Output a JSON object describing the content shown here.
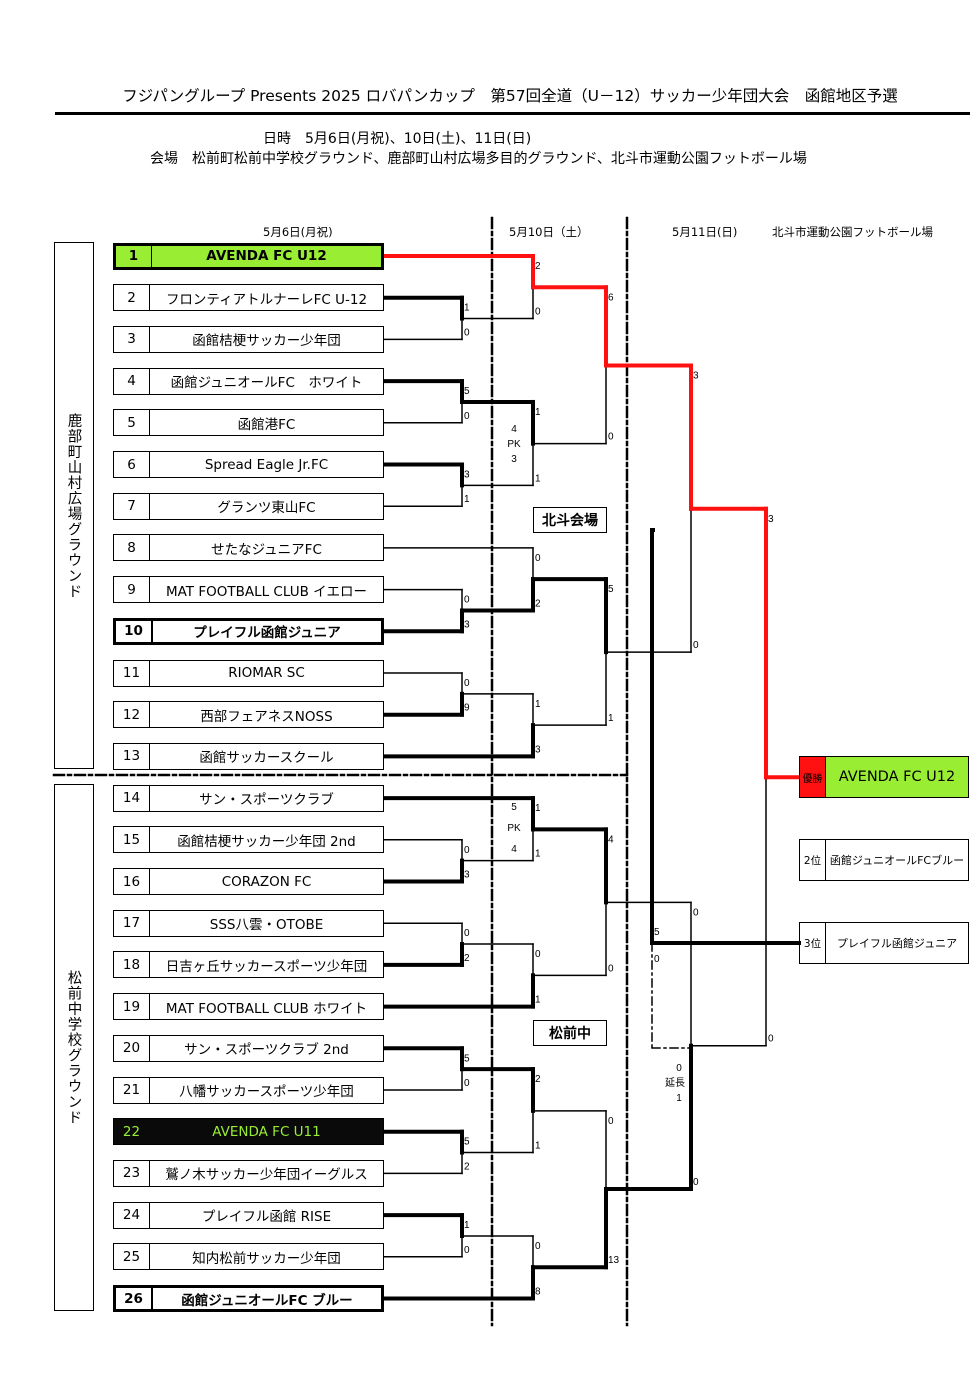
{
  "header": {
    "title": "フジパングループ Presents 2025 ロバパンカップ　第57回全道（U－12）サッカー少年団大会　函館地区予選",
    "date_line": "日時　5月6日(月祝)、10日(土)、11日(日)",
    "venue_line": "会場　松前町松前中学校グラウンド、鹿部町山村広場多目的グラウンド、北斗市運動公園フットボール場"
  },
  "columns": {
    "day1": "5月6日(月祝)",
    "day2": "5月10日（土）",
    "day3": "5月11日(日)",
    "day3_venue": "北斗市運動公園フットボール場"
  },
  "venues": {
    "upper": "鹿部町山村広場グラウンド",
    "lower": "松前中学校グラウンド"
  },
  "site_labels": {
    "hokuto": "北斗会場",
    "matsumae": "松前中"
  },
  "teams": [
    {
      "no": "1",
      "name": "AVENDA FC U12",
      "style": "green"
    },
    {
      "no": "2",
      "name": "フロンティアトルナーレFC U-12",
      "style": ""
    },
    {
      "no": "3",
      "name": "函館桔梗サッカー少年団",
      "style": ""
    },
    {
      "no": "4",
      "name": "函館ジュニオールFC　ホワイト",
      "style": ""
    },
    {
      "no": "5",
      "name": "函館港FC",
      "style": ""
    },
    {
      "no": "6",
      "name": "Spread Eagle Jr.FC",
      "style": ""
    },
    {
      "no": "7",
      "name": "グランツ東山FC",
      "style": ""
    },
    {
      "no": "8",
      "name": "せたなジュニアFC",
      "style": ""
    },
    {
      "no": "9",
      "name": "MAT FOOTBALL CLUB イエロー",
      "style": ""
    },
    {
      "no": "10",
      "name": "プレイフル函館ジュニア",
      "style": "bold"
    },
    {
      "no": "11",
      "name": "RIOMAR SC",
      "style": ""
    },
    {
      "no": "12",
      "name": "西部フェアネスNOSS",
      "style": ""
    },
    {
      "no": "13",
      "name": "函館サッカースクール",
      "style": ""
    },
    {
      "no": "14",
      "name": "サン・スポーツクラブ",
      "style": ""
    },
    {
      "no": "15",
      "name": "函館桔梗サッカー少年団 2nd",
      "style": ""
    },
    {
      "no": "16",
      "name": "CORAZON FC",
      "style": ""
    },
    {
      "no": "17",
      "name": "SSS八雲・OTOBE",
      "style": ""
    },
    {
      "no": "18",
      "name": "日吉ヶ丘サッカースポーツ少年団",
      "style": ""
    },
    {
      "no": "19",
      "name": "MAT FOOTBALL CLUB ホワイト",
      "style": ""
    },
    {
      "no": "20",
      "name": "サン・スポーツクラブ 2nd",
      "style": ""
    },
    {
      "no": "21",
      "name": "八幡サッカースポーツ少年団",
      "style": ""
    },
    {
      "no": "22",
      "name": "AVENDA FC U11",
      "style": "dark"
    },
    {
      "no": "23",
      "name": "鷲ノ木サッカー少年団イーグルス",
      "style": ""
    },
    {
      "no": "24",
      "name": "プレイフル函館 RISE",
      "style": ""
    },
    {
      "no": "25",
      "name": "知内松前サッカー少年団",
      "style": ""
    },
    {
      "no": "26",
      "name": "函館ジュニオールFC ブルー",
      "style": "bold"
    }
  ],
  "matches": {
    "round1": [
      {
        "teams": [
          2,
          3
        ],
        "scores": [
          "1",
          "0"
        ],
        "winner": 0
      },
      {
        "teams": [
          4,
          5
        ],
        "scores": [
          "5",
          "0"
        ],
        "winner": 0
      },
      {
        "teams": [
          6,
          7
        ],
        "scores": [
          "3",
          "1"
        ],
        "winner": 0
      },
      {
        "teams": [
          9,
          10
        ],
        "scores": [
          "0",
          "3"
        ],
        "winner": 1
      },
      {
        "teams": [
          11,
          12
        ],
        "scores": [
          "0",
          "9"
        ],
        "winner": 1
      },
      {
        "teams": [
          15,
          16
        ],
        "scores": [
          "0",
          "3"
        ],
        "winner": 1
      },
      {
        "teams": [
          17,
          18
        ],
        "scores": [
          "0",
          "2"
        ],
        "winner": 1
      },
      {
        "teams": [
          20,
          21
        ],
        "scores": [
          "5",
          "0"
        ],
        "winner": 0
      },
      {
        "teams": [
          22,
          23
        ],
        "scores": [
          "5",
          "2"
        ],
        "winner": 0
      },
      {
        "teams": [
          24,
          25
        ],
        "scores": [
          "1",
          "0"
        ],
        "winner": 0
      }
    ],
    "round2": [
      {
        "sides": [
          "1",
          "2-3"
        ],
        "scores": [
          "2",
          "0"
        ],
        "winner": 0
      },
      {
        "sides": [
          "4-5",
          "6-7"
        ],
        "scores": [
          "1",
          "1"
        ],
        "pk": [
          "4",
          "3"
        ],
        "winner": 0
      },
      {
        "sides": [
          "8",
          "9-10"
        ],
        "scores": [
          "0",
          "2"
        ],
        "winner": 1
      },
      {
        "sides": [
          "11-12",
          "13"
        ],
        "scores": [
          "1",
          "3"
        ],
        "winner": 1
      },
      {
        "sides": [
          "14",
          "15-16"
        ],
        "scores": [
          "1",
          "1"
        ],
        "pk": [
          "5",
          "4"
        ],
        "winner": 0
      },
      {
        "sides": [
          "17-18",
          "19"
        ],
        "scores": [
          "0",
          "1"
        ],
        "winner": 1
      },
      {
        "sides": [
          "20-21",
          "22-23"
        ],
        "scores": [
          "2",
          "1"
        ],
        "winner": 0
      },
      {
        "sides": [
          "24-25",
          "26"
        ],
        "scores": [
          "0",
          "8"
        ],
        "winner": 1
      }
    ],
    "quarterfinals": [
      {
        "scores": [
          "6",
          "0"
        ],
        "winner": 0
      },
      {
        "scores": [
          "5",
          "1"
        ],
        "winner": 0
      },
      {
        "scores": [
          "4",
          "0"
        ],
        "winner": 0
      },
      {
        "scores": [
          "0",
          "13"
        ],
        "winner": 1
      }
    ],
    "semifinals": [
      {
        "scores": [
          "3",
          "0"
        ],
        "winner": 0
      },
      {
        "scores": [
          "0",
          "0"
        ],
        "extra_time": [
          "0",
          "1"
        ],
        "winner": 1
      }
    ],
    "third_place": {
      "scores": [
        "5",
        "0"
      ],
      "winner": 0
    },
    "final": {
      "scores": [
        "3",
        "0"
      ],
      "winner": 0
    },
    "pk_label": "PK",
    "extra_time_label": "延長"
  },
  "results": {
    "champion": {
      "rank": "優勝",
      "name": "AVENDA FC U12"
    },
    "second": {
      "rank": "2位",
      "name": "函館ジュニオールFCブルー"
    },
    "third": {
      "rank": "3位",
      "name": "プレイフル函館ジュニア"
    }
  },
  "colors": {
    "winner_path": "#ff1111",
    "highlight_green": "#99ee33",
    "dark_team_bg": "#0a0a0a"
  }
}
